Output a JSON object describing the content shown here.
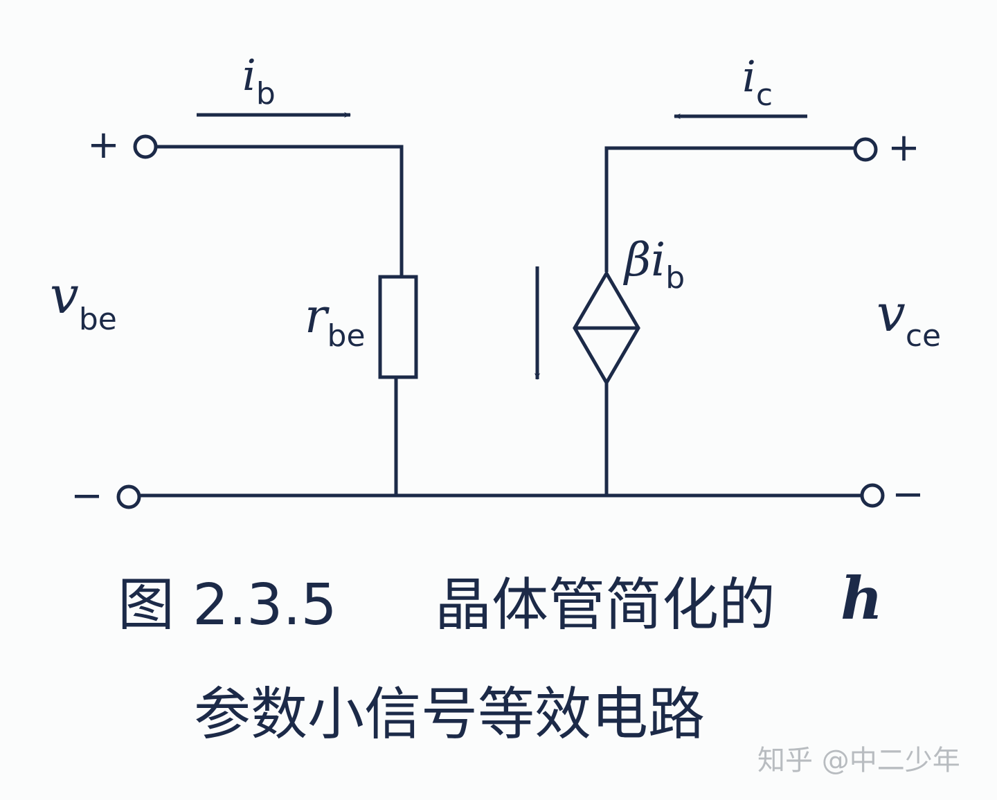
{
  "labels": {
    "ib": {
      "main": "i",
      "sub": "b"
    },
    "ic": {
      "main": "i",
      "sub": "c"
    },
    "vbe": {
      "main": "v",
      "sub": "be"
    },
    "vce": {
      "main": "v",
      "sub": "ce"
    },
    "rbe": {
      "main": "r",
      "sub": "be"
    },
    "source": {
      "main": "βi",
      "sub": "b"
    },
    "plus": "+",
    "minus": "−"
  },
  "caption": {
    "line1_number": "图 2.3.5",
    "line1_text": "晶体管简化的",
    "line1_h": "h",
    "line2": "参数小信号等效电路"
  },
  "watermark": "知乎 @中二少年",
  "colors": {
    "ink": "#1c2a48",
    "background": "#fbfcfc"
  }
}
